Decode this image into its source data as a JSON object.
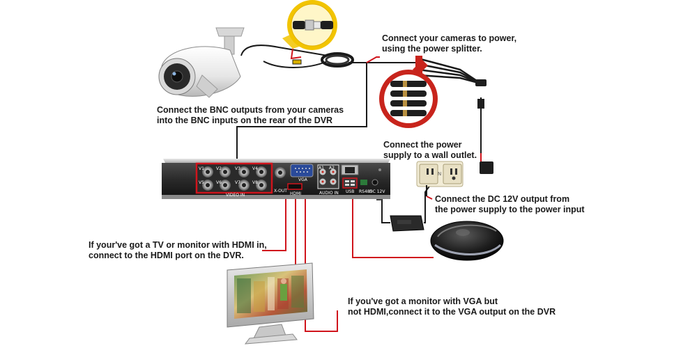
{
  "instructions": {
    "power_splitter": [
      "Connect your cameras to power,",
      "using the power splitter."
    ],
    "bnc": [
      "Connect the BNC outputs from your cameras",
      "into the BNC inputs on the rear of the DVR"
    ],
    "wall_outlet": [
      "Connect the power",
      "supply to a wall outlet."
    ],
    "dc_output": [
      "Connect the DC 12V output from",
      "the power supply to the power input"
    ],
    "hdmi": [
      "If your've got a TV or monitor with HDMI in,",
      "connect to the HDMI port on the DVR."
    ],
    "vga": [
      "If you've got a monitor with VGA but",
      "not HDMI,connect it to the VGA output on the DVR"
    ]
  },
  "dvr_labels": {
    "video_in": "VIDEO IN",
    "hdmi": "HDMI",
    "vga": "VGA",
    "audio_in": "AUDIO IN",
    "usb": "USB",
    "x_out": "X-OUT",
    "rs485": "RS485",
    "dc12v": "DC 12V",
    "v1": "V1",
    "v2": "V2",
    "v3": "V3",
    "v4": "V4",
    "a1": "A1",
    "a2": "A2",
    "v5": "V5",
    "v6": "V6",
    "v7": "V7",
    "v8": "V8",
    "outlet_n": "N"
  },
  "colors": {
    "wire_red": "#d0141c",
    "cable_black": "#1a1a1a",
    "highlight_yellow": "#f2c400",
    "dvr_body": "#2a2a2a"
  }
}
